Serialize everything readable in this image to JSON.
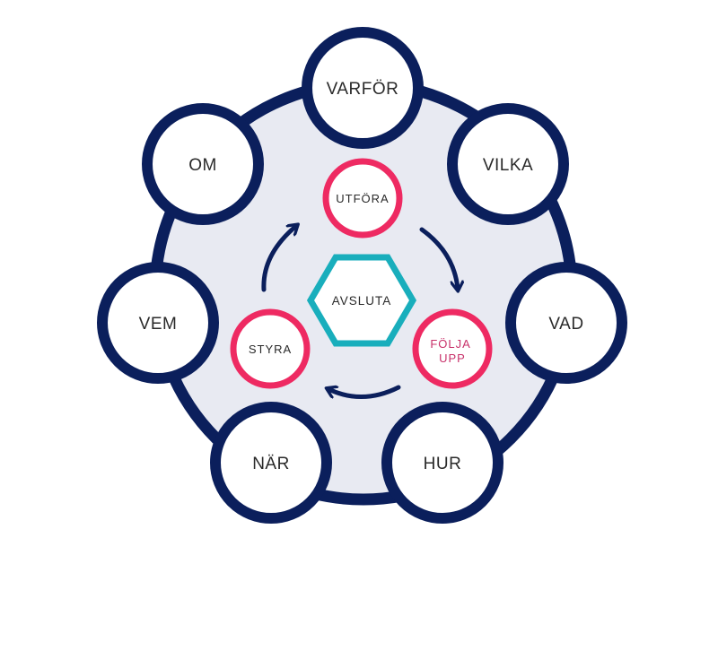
{
  "colors": {
    "navy": "#0b1f5c",
    "background_disc": "#e8eaf2",
    "pink": "#ee2a62",
    "pink_text": "#c8316a",
    "teal": "#19aebc",
    "text_dark": "#2a2a2a"
  },
  "outer_nodes": {
    "varfor": "VARFÖR",
    "vilka": "VILKA",
    "vad": "VAD",
    "hur": "HUR",
    "nar": "NÄR",
    "vem": "VEM",
    "om": "OM"
  },
  "inner_cycle": {
    "utfora": "UTFÖRA",
    "folja_line1": "FÖLJA",
    "folja_line2": "UPP",
    "styra": "STYRA"
  },
  "center": {
    "avsluta": "AVSLUTA"
  }
}
